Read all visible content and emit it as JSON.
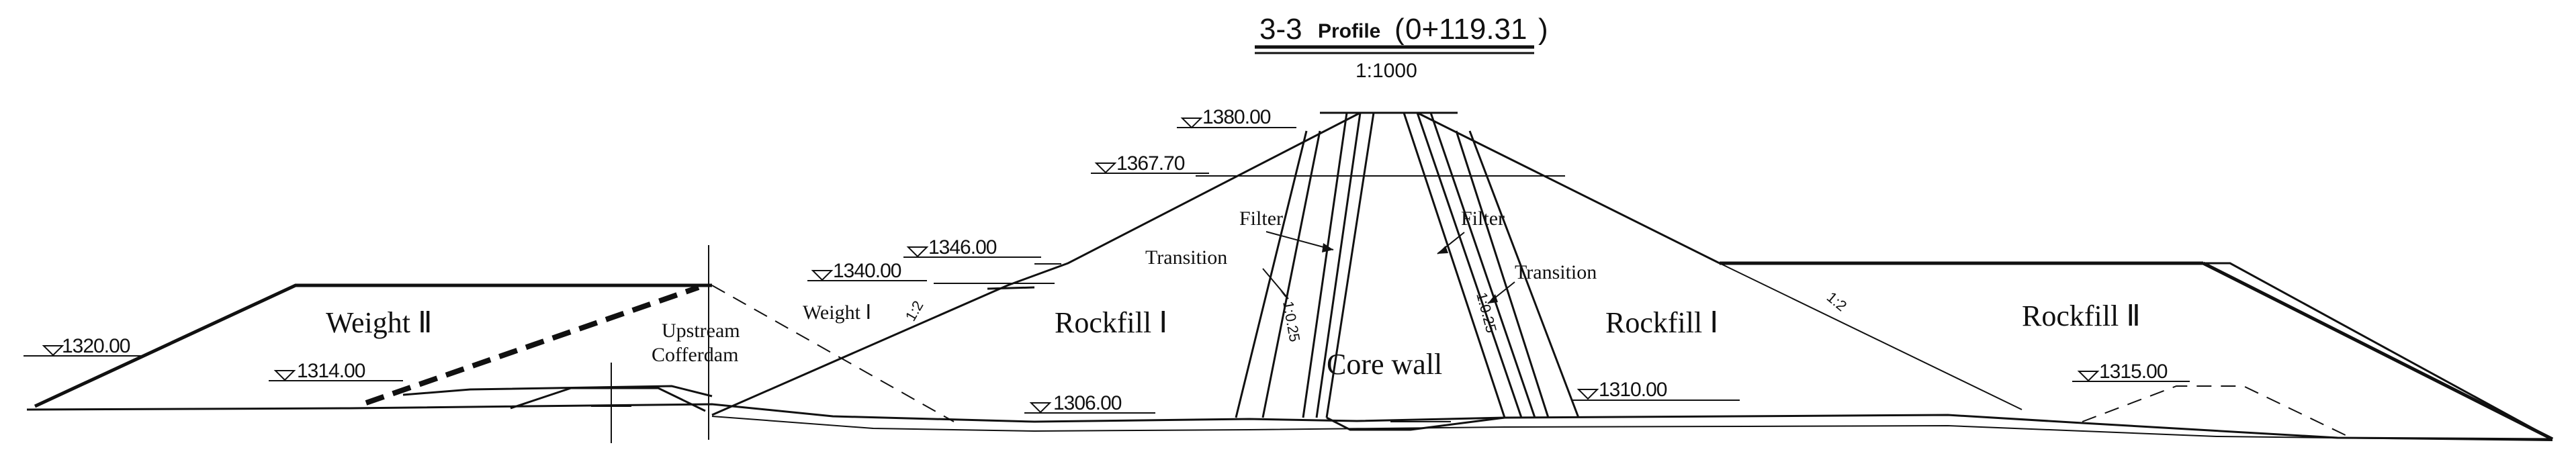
{
  "title": {
    "section": "3-3",
    "label": "Profile",
    "station": "0+119.31",
    "scale": "1:1000"
  },
  "elevations": {
    "crest": "1380.00",
    "berm": "1367.70",
    "cofferdam_top": "1346.00",
    "weight1_top": "1340.00",
    "weight2_top": "1320.00",
    "upstream_toe": "1314.00",
    "foundation_center": "1306.00",
    "downstream_ground": "1310.00",
    "downstream_toe": "1315.00"
  },
  "zones": {
    "weight2_left": "Weight Ⅱ",
    "cofferdam_line1": "Upstream",
    "cofferdam_line2": "Cofferdam",
    "weight1": "Weight Ⅰ",
    "rockfill_up": "Rockfill Ⅰ",
    "rockfill_down": "Rockfill Ⅰ",
    "rockfill2": "Rockfill Ⅱ",
    "core": "Core wall",
    "filter_up": "Filter",
    "filter_down": "Filter",
    "transition_up": "Transition",
    "transition_down": "Transition"
  },
  "slopes": {
    "upstream": "1:2",
    "downstream": "1:2",
    "core_up": "1:0.25",
    "core_down": "1:0.25"
  }
}
